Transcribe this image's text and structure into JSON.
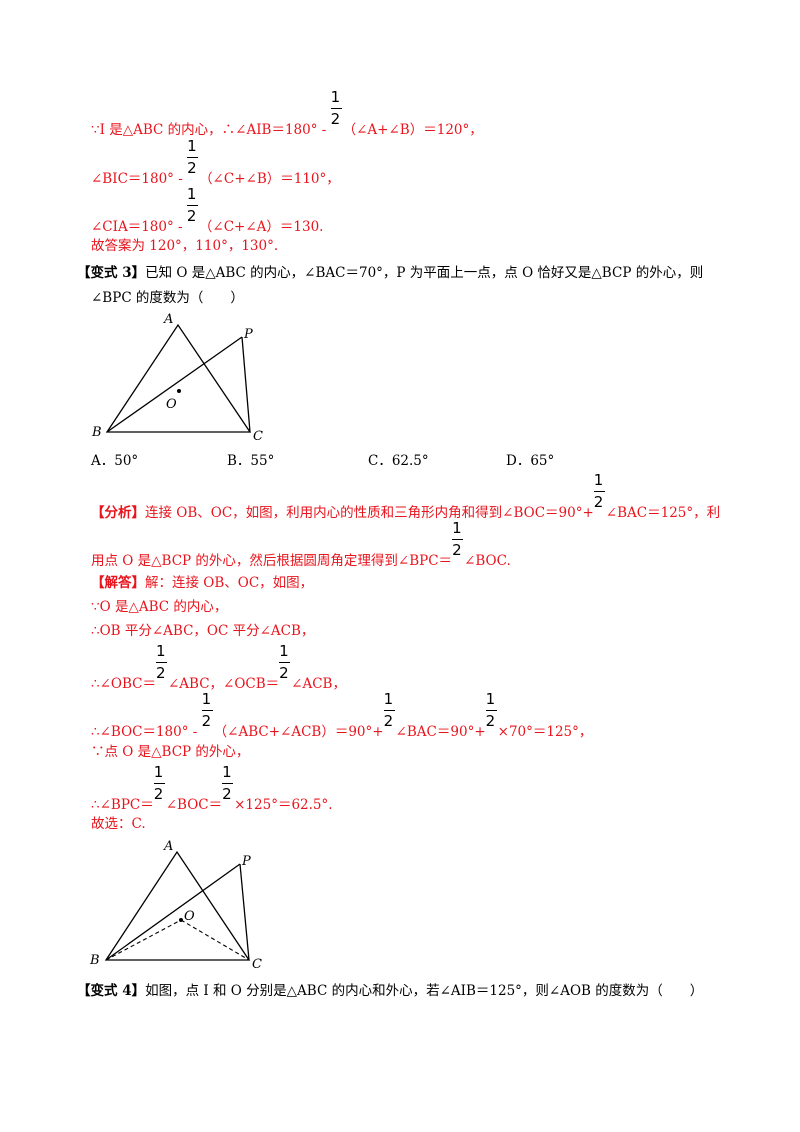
{
  "sol_prev": {
    "l1a": "∵I 是△ABC 的内心，∴∠AIB＝180° - ",
    "l1b": "（∠A+∠B）＝120°，",
    "l2a": "∠BIC＝180° - ",
    "l2b": "（∠C+∠B）＝110°，",
    "l3a": "∠CIA＝180° - ",
    "l3b": "（∠C+∠A）＝130.",
    "l4": "故答案为 120°，110°，130°."
  },
  "frac": {
    "num": "1",
    "den": "2"
  },
  "q3": {
    "tag": "【变式 3】",
    "l1": "已知 O 是△ABC 的内心，∠BAC＝70°，P 为平面上一点，点 O 恰好又是△BCP 的外心，则",
    "l2": "∠BPC 的度数为（　　）",
    "options": [
      "A．50°",
      "B．55°",
      "C．62.5°",
      "D．65°"
    ]
  },
  "analysis": {
    "tag": "【分析】",
    "l1a": "连接 OB、OC，如图，利用内心的性质和三角形内角和得到∠BOC＝90°+",
    "l1b": "∠BAC＝125°，利",
    "l2a": "用点 O 是△BCP 的外心，然后根据圆周角定理得到∠BPC＝",
    "l2b": "∠BOC."
  },
  "answer": {
    "tag": "【解答】",
    "l1": "解：连接 OB、OC，如图，",
    "l2": "∵O 是△ABC 的内心，",
    "l3": "∴OB 平分∠ABC，OC 平分∠ACB，",
    "l4a": "∴∠OBC＝",
    "l4b": "∠ABC，∠OCB＝",
    "l4c": "∠ACB，",
    "l5a": "∴∠BOC＝180° - ",
    "l5b": "（∠ABC+∠ACB）＝90°+",
    "l5c": "∠BAC＝90°+",
    "l5d": "×70°＝125°，",
    "l6": "∵点 O 是△BCP 的外心，",
    "l7a": "∴∠BPC＝",
    "l7b": "∠BOC＝",
    "l7c": "×125°＝62.5°.",
    "l8": "故选：C."
  },
  "fig": {
    "A": "A",
    "B": "B",
    "C": "C",
    "P": "P",
    "O": "O"
  },
  "q4": {
    "tag": "【变式 4】",
    "text": "如图，点 I 和 O 分别是△ABC 的内心和外心，若∠AIB＝125°，则∠AOB 的度数为（　　）"
  }
}
